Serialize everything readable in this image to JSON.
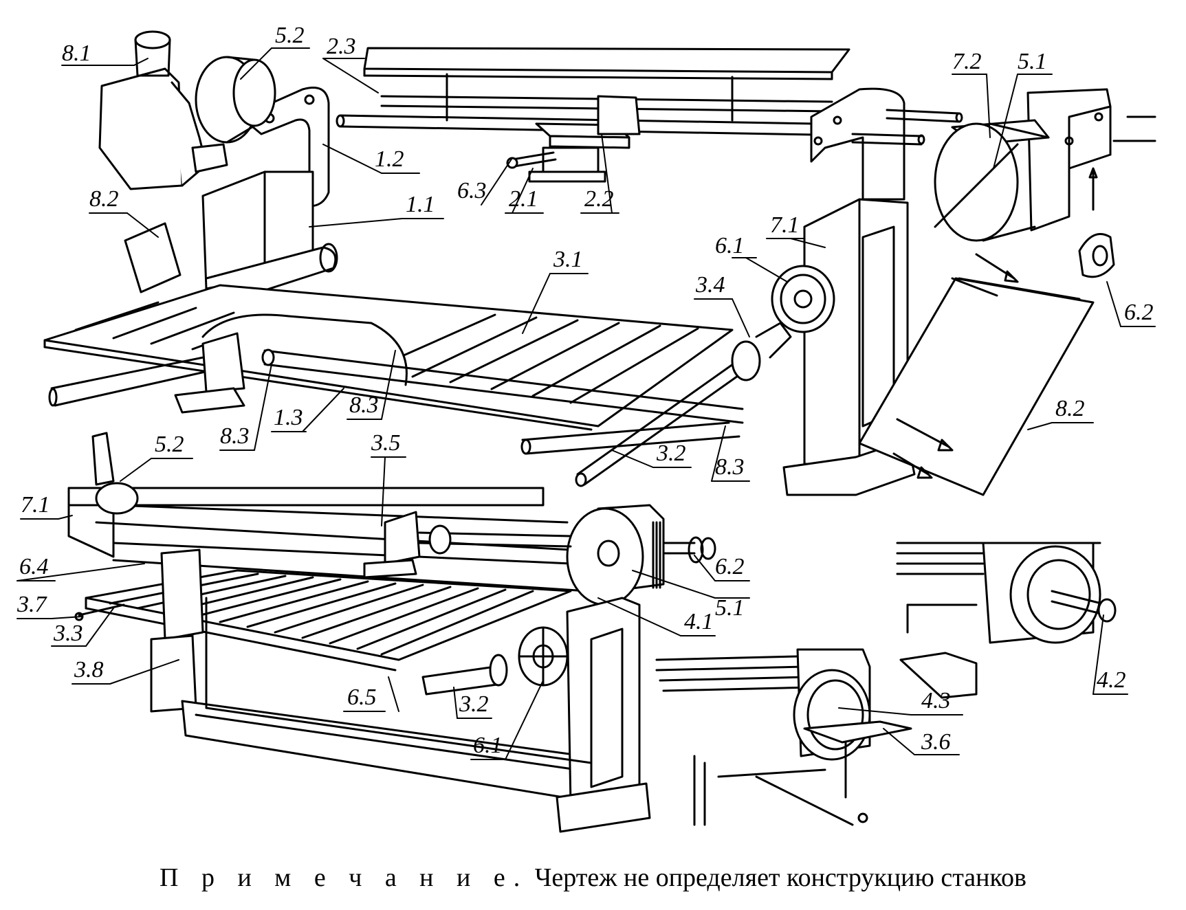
{
  "labels": {
    "l81": "8.1",
    "l52a": "5.2",
    "l23": "2.3",
    "l72": "7.2",
    "l51a": "5.1",
    "l12": "1.2",
    "l11": "1.1",
    "l82a": "8.2",
    "l63": "6.3",
    "l21": "2.1",
    "l22": "2.2",
    "l71a": "7.1",
    "l61a": "6.1",
    "l34": "3.4",
    "l31": "3.1",
    "l62a": "6.2",
    "l83a": "8.3",
    "l13": "1.3",
    "l83b": "8.3",
    "l82b": "8.2",
    "l32a": "3.2",
    "l83c": "8.3",
    "l52b": "5.2",
    "l35": "3.5",
    "l71b": "7.1",
    "l64": "6.4",
    "l62b": "6.2",
    "l51b": "5.1",
    "l37": "3.7",
    "l33": "3.3",
    "l41": "4.1",
    "l38": "3.8",
    "l65": "6.5",
    "l32b": "3.2",
    "l61b": "6.1",
    "l42": "4.2",
    "l43": "4.3",
    "l36": "3.6"
  },
  "caption": {
    "prefix": "П р и м е ч а н и е.",
    "text": " Чертеж не определяет конструкцию станков"
  }
}
